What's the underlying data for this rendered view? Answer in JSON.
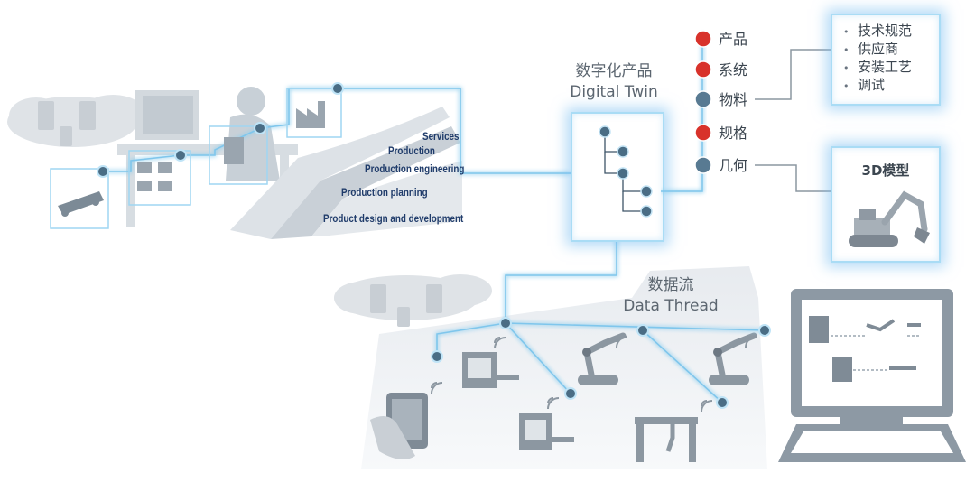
{
  "digital_twin": {
    "title_cn": "数字化产品",
    "title_en": "Digital Twin"
  },
  "data_thread": {
    "title_cn": "数据流",
    "title_en": "Data Thread"
  },
  "attributes": [
    {
      "label": "产品",
      "status_color": "#d8322b"
    },
    {
      "label": "系统",
      "status_color": "#d8322b"
    },
    {
      "label": "物料",
      "status_color": "#587a92"
    },
    {
      "label": "规格",
      "status_color": "#d8322b"
    },
    {
      "label": "几何",
      "status_color": "#587a92"
    }
  ],
  "spec_box": {
    "items": [
      "技术规范",
      "供应商",
      "安装工艺",
      "调试"
    ]
  },
  "model_box": {
    "label": "3D模型"
  },
  "process_steps": [
    "Services",
    "Production",
    "Production engineering",
    "Production planning",
    "Product design and development"
  ],
  "colors": {
    "glow": "#a9dcf5",
    "node": "#4a6d85",
    "red_node": "#d8322b",
    "line": "#8fcfee"
  }
}
